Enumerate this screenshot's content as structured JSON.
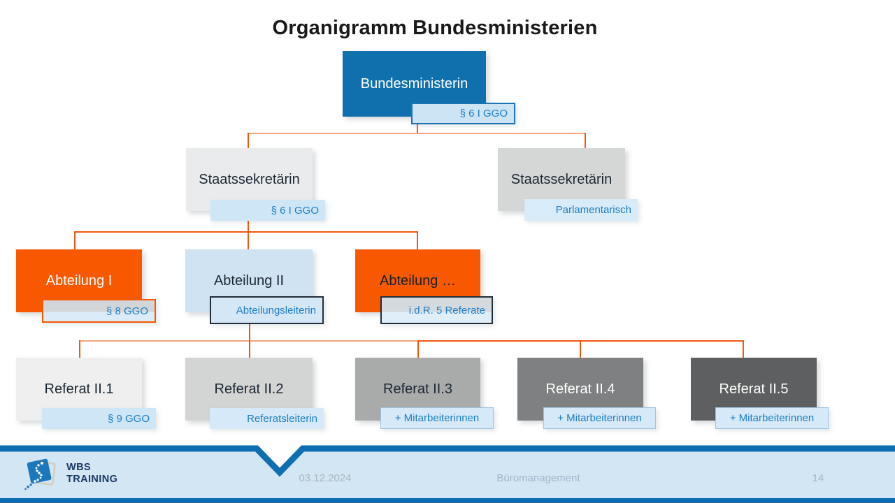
{
  "title": "Organigramm Bundesministerien",
  "org": {
    "nodes": [
      {
        "label": "Bundesministerin",
        "tag": "§ 6 I GGO"
      },
      {
        "label": "Staatssekretärin",
        "tag": "§ 6 I GGO"
      },
      {
        "label": "Staatssekretärin",
        "tag": "Parlamentarisch"
      },
      {
        "label": "Abteilung I",
        "tag": "§ 8 GGO"
      },
      {
        "label": "Abteilung II",
        "tag": "Abteilungsleiterin"
      },
      {
        "label": "Abteilung …",
        "tag": "i.d.R. 5 Referate"
      },
      {
        "label": "Referat II.1",
        "tag": "§ 9 GGO"
      },
      {
        "label": "Referat II.2",
        "tag": "Referatsleiterin"
      },
      {
        "label": "Referat II.3",
        "tag": "+ Mitarbeiterinnen"
      },
      {
        "label": "Referat II.4",
        "tag": "+ Mitarbeiterinnen"
      },
      {
        "label": "Referat II.5",
        "tag": "+ Mitarbeiterinnen"
      }
    ]
  },
  "footer": {
    "date": "03.12.2024",
    "subject": "Büromanagement",
    "page": "14",
    "logo": {
      "line1": "WBS",
      "line2": "TRAINING"
    }
  },
  "colors": {
    "minister_blue": "#1070ae",
    "orange": "#f85900",
    "connector_orange": "#f3570e",
    "tag_fill": "#cfe6f7",
    "tag_text": "#1e7dc1",
    "footer_band": "#d3e6f4",
    "footer_stripe": "#0d6fb1"
  }
}
